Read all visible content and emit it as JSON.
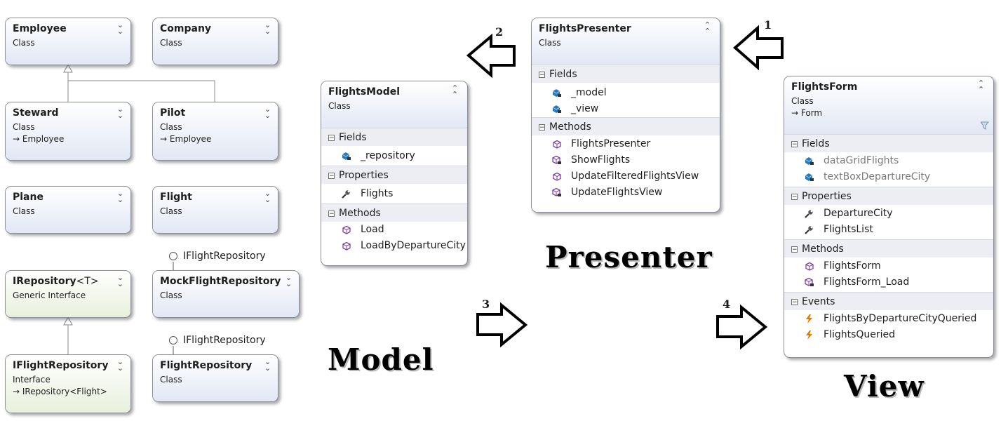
{
  "classes": {
    "employee": {
      "name": "Employee",
      "kind": "Class"
    },
    "company": {
      "name": "Company",
      "kind": "Class"
    },
    "steward": {
      "name": "Steward",
      "kind": "Class",
      "base": "Employee"
    },
    "pilot": {
      "name": "Pilot",
      "kind": "Class",
      "base": "Employee"
    },
    "plane": {
      "name": "Plane",
      "kind": "Class"
    },
    "flight": {
      "name": "Flight",
      "kind": "Class"
    },
    "irepository": {
      "name": "IRepository",
      "generic": "<T>",
      "kind": "Generic Interface"
    },
    "mockflightrepository": {
      "name": "MockFlightRepository",
      "kind": "Class",
      "implements": "IFlightRepository"
    },
    "iflightrepository": {
      "name": "IFlightRepository",
      "kind": "Interface",
      "base": "IRepository<Flight>"
    },
    "flightrepository": {
      "name": "FlightRepository",
      "kind": "Class",
      "implements": "IFlightRepository"
    }
  },
  "flightsModel": {
    "name": "FlightsModel",
    "kind": "Class",
    "sections": {
      "fields": "Fields",
      "properties": "Properties",
      "methods": "Methods"
    },
    "fields": [
      "_repository"
    ],
    "properties": [
      "Flights"
    ],
    "methods": [
      "Load",
      "LoadByDepartureCity"
    ]
  },
  "flightsPresenter": {
    "name": "FlightsPresenter",
    "kind": "Class",
    "sections": {
      "fields": "Fields",
      "methods": "Methods"
    },
    "fields": [
      "_model",
      "_view"
    ],
    "methods": [
      "FlightsPresenter",
      "ShowFlights",
      "UpdateFilteredFlightsView",
      "UpdateFlightsView"
    ]
  },
  "flightsForm": {
    "name": "FlightsForm",
    "kind": "Class",
    "base": "Form",
    "sections": {
      "fields": "Fields",
      "properties": "Properties",
      "methods": "Methods",
      "events": "Events"
    },
    "fields": [
      "dataGridFlights",
      "textBoxDepartureCity"
    ],
    "properties": [
      "DepartureCity",
      "FlightsList"
    ],
    "methods": [
      "FlightsForm",
      "FlightsForm_Load"
    ],
    "events": [
      "FlightsByDepartureCityQueried",
      "FlightsQueried"
    ]
  },
  "labels": {
    "model": "Model",
    "presenter": "Presenter",
    "view": "View"
  },
  "steps": [
    "1",
    "2",
    "3",
    "4"
  ],
  "glyphs": {
    "arrow": "→",
    "minus": "−"
  },
  "colors": {
    "headerBlue": "#e2e7f4",
    "headerGreen": "#e8f0dc",
    "sectionBg": "#eceef3",
    "eventIcon": "#e07b00",
    "methodIcon": "#7b3fa0"
  }
}
